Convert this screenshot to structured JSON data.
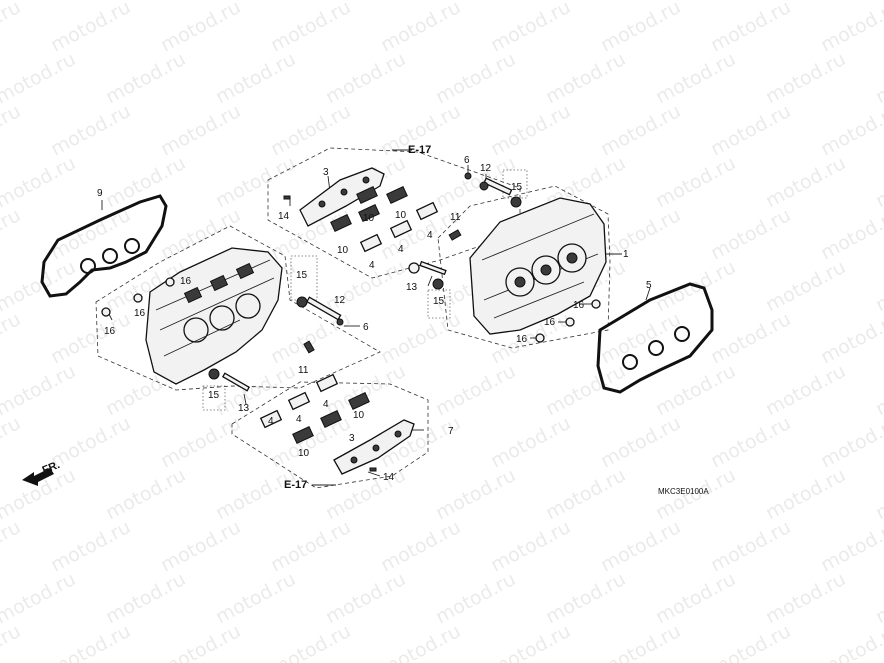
{
  "watermark": {
    "text": "motod.ru"
  },
  "diagram_code": "MKC3E0100A",
  "front_marker": {
    "text": "FR."
  },
  "labels": {
    "p1": "1",
    "p3_top": "3",
    "p3_bot": "3",
    "p4_a": "4",
    "p4_b": "4",
    "p4_c": "4",
    "p4_d": "4",
    "p4_e": "4",
    "p4_f": "4",
    "p5": "5",
    "p6_top": "6",
    "p6_mid": "6",
    "p7": "7",
    "p9": "9",
    "p10_a": "10",
    "p10_b": "10",
    "p10_c": "10",
    "p10_d": "10",
    "p10_e": "10",
    "p11_top": "11",
    "p11_bot": "11",
    "p12_top": "12",
    "p12_mid": "12",
    "p13_top": "13",
    "p13_bot": "13",
    "p14_top": "14",
    "p14_bot": "14",
    "p15_a": "15",
    "p15_b": "15",
    "p15_c": "15",
    "p15_d": "15",
    "p16_a": "16",
    "p16_b": "16",
    "p16_c": "16",
    "p16_d": "16",
    "p16_e": "16",
    "p16_f": "16",
    "e17_top": "E-17",
    "e17_bot": "E-17"
  }
}
